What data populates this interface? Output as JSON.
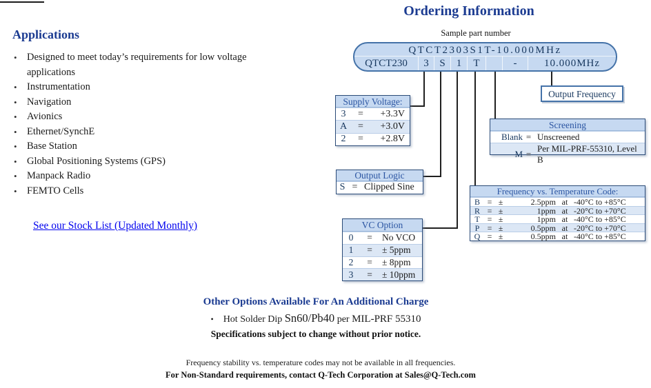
{
  "applications": {
    "title": "Applications",
    "items": [
      "Designed to meet today’s requirements for low voltage applications",
      "Instrumentation",
      "Navigation",
      "Avionics",
      "Ethernet/SynchE",
      "Base Station",
      "Global Positioning Systems (GPS)",
      "Manpack Radio",
      "FEMTO Cells"
    ],
    "stock_link": "See our Stock List (Updated Monthly)"
  },
  "ordering": {
    "title": "Ordering Information",
    "sample_label": "Sample part number",
    "part_number_full": "QTCT2303S1T-10.000MHz",
    "segments": [
      "QTCT230",
      "3",
      "S",
      "1",
      "T",
      "",
      "-",
      "10.000MHz"
    ],
    "output_frequency_label": "Output Frequency",
    "supply_voltage": {
      "title": "Supply Voltage:",
      "rows": [
        {
          "code": "3",
          "eq": "=",
          "value": "+3.3V"
        },
        {
          "code": "A",
          "eq": "=",
          "value": "+3.0V"
        },
        {
          "code": "2",
          "eq": "=",
          "value": "+2.8V"
        }
      ]
    },
    "screening": {
      "title": "Screening",
      "rows": [
        {
          "code": "Blank",
          "eq": "=",
          "value": "Unscreened"
        },
        {
          "code": "M",
          "eq": "=",
          "value": "Per MIL-PRF-55310, Level B"
        }
      ]
    },
    "output_logic": {
      "title": "Output Logic",
      "rows": [
        {
          "code": "S",
          "eq": "=",
          "value": "Clipped Sine"
        }
      ]
    },
    "freq_temp": {
      "title": "Frequency vs. Temperature Code:",
      "rows": [
        {
          "code": "B",
          "eq": "=",
          "pm": "±",
          "value": "2.5ppm",
          "at": "at",
          "range": "-40°C to +85°C"
        },
        {
          "code": "R",
          "eq": "=",
          "pm": "±",
          "value": "1ppm",
          "at": "at",
          "range": "-20°C to +70°C"
        },
        {
          "code": "T",
          "eq": "=",
          "pm": "±",
          "value": "1ppm",
          "at": "at",
          "range": "-40°C to +85°C"
        },
        {
          "code": "P",
          "eq": "=",
          "pm": "±",
          "value": "0.5ppm",
          "at": "at",
          "range": "-20°C to +70°C"
        },
        {
          "code": "Q",
          "eq": "=",
          "pm": "±",
          "value": "0.5ppm",
          "at": "at",
          "range": "-40°C to +85°C"
        }
      ]
    },
    "vc_option": {
      "title": "VC Option",
      "rows": [
        {
          "code": "0",
          "eq": "=",
          "value": "No VCO"
        },
        {
          "code": "1",
          "eq": "=",
          "value": "± 5ppm"
        },
        {
          "code": "2",
          "eq": "=",
          "value": "± 8ppm"
        },
        {
          "code": "3",
          "eq": "=",
          "value": "± 10ppm"
        }
      ]
    }
  },
  "other_options": {
    "title": "Other Options Available For An Additional Charge",
    "bullet_part1": "Hot Solder Dip ",
    "bullet_part2": "Sn60/Pb40",
    "bullet_part3": " per ",
    "bullet_part4": "MIL-PRF 55310",
    "note": "Specifications subject to change without prior notice."
  },
  "footer": {
    "line1": "Frequency stability vs. temperature codes may not be available in all frequencies.",
    "line2": "For Non-Standard requirements, contact Q-Tech Corporation at Sales@Q-Tech.com"
  },
  "colors": {
    "heading_blue": "#1b3b91",
    "table_fill": "#c6d9f1",
    "row_stripe": "#dce7f5",
    "border_blue": "#4472a8",
    "navy_text": "#17375e",
    "link_blue": "#0000ee"
  }
}
